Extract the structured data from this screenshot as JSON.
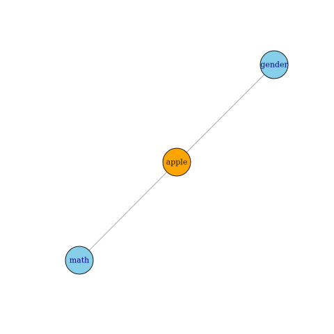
{
  "graph": {
    "nodes": [
      {
        "id": "gender",
        "label": "gender",
        "fill": "#87ceeb",
        "label_color": "#00008b"
      },
      {
        "id": "apple",
        "label": "apple",
        "fill": "#ffa500",
        "label_color": "#1a1a1a"
      },
      {
        "id": "math",
        "label": "math",
        "fill": "#87ceeb",
        "label_color": "#00008b"
      }
    ],
    "edges": [
      {
        "source": "apple",
        "target": "gender"
      },
      {
        "source": "apple",
        "target": "math"
      }
    ]
  }
}
